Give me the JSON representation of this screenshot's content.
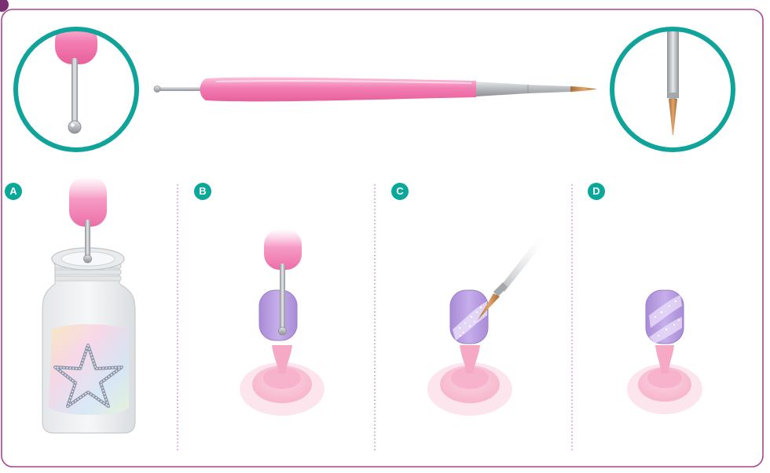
{
  "colors": {
    "frame_border": "#a8458f",
    "corner_tab": "#7a2f73",
    "zoom_ring": "#10a39a",
    "badge": "#0aa898",
    "handle_pink": "#f27db2",
    "metal": "#b9bcc1",
    "bristle": "#c98a4e",
    "nail_purple": "#b79be0",
    "stand_pink": "#f7b3cc",
    "divider": "#c96fc0"
  },
  "steps": [
    {
      "label": "A",
      "icon": "paint-jar-with-star-icon"
    },
    {
      "label": "B",
      "icon": "dotting-tool-on-nail-icon"
    },
    {
      "label": "C",
      "icon": "brush-on-nail-icon"
    },
    {
      "label": "D",
      "icon": "finished-nail-icon"
    }
  ],
  "tool": {
    "icon": "dual-nail-art-tool-icon"
  },
  "zooms": [
    {
      "icon": "dotting-ball-tip-icon"
    },
    {
      "icon": "fine-brush-tip-icon"
    }
  ]
}
